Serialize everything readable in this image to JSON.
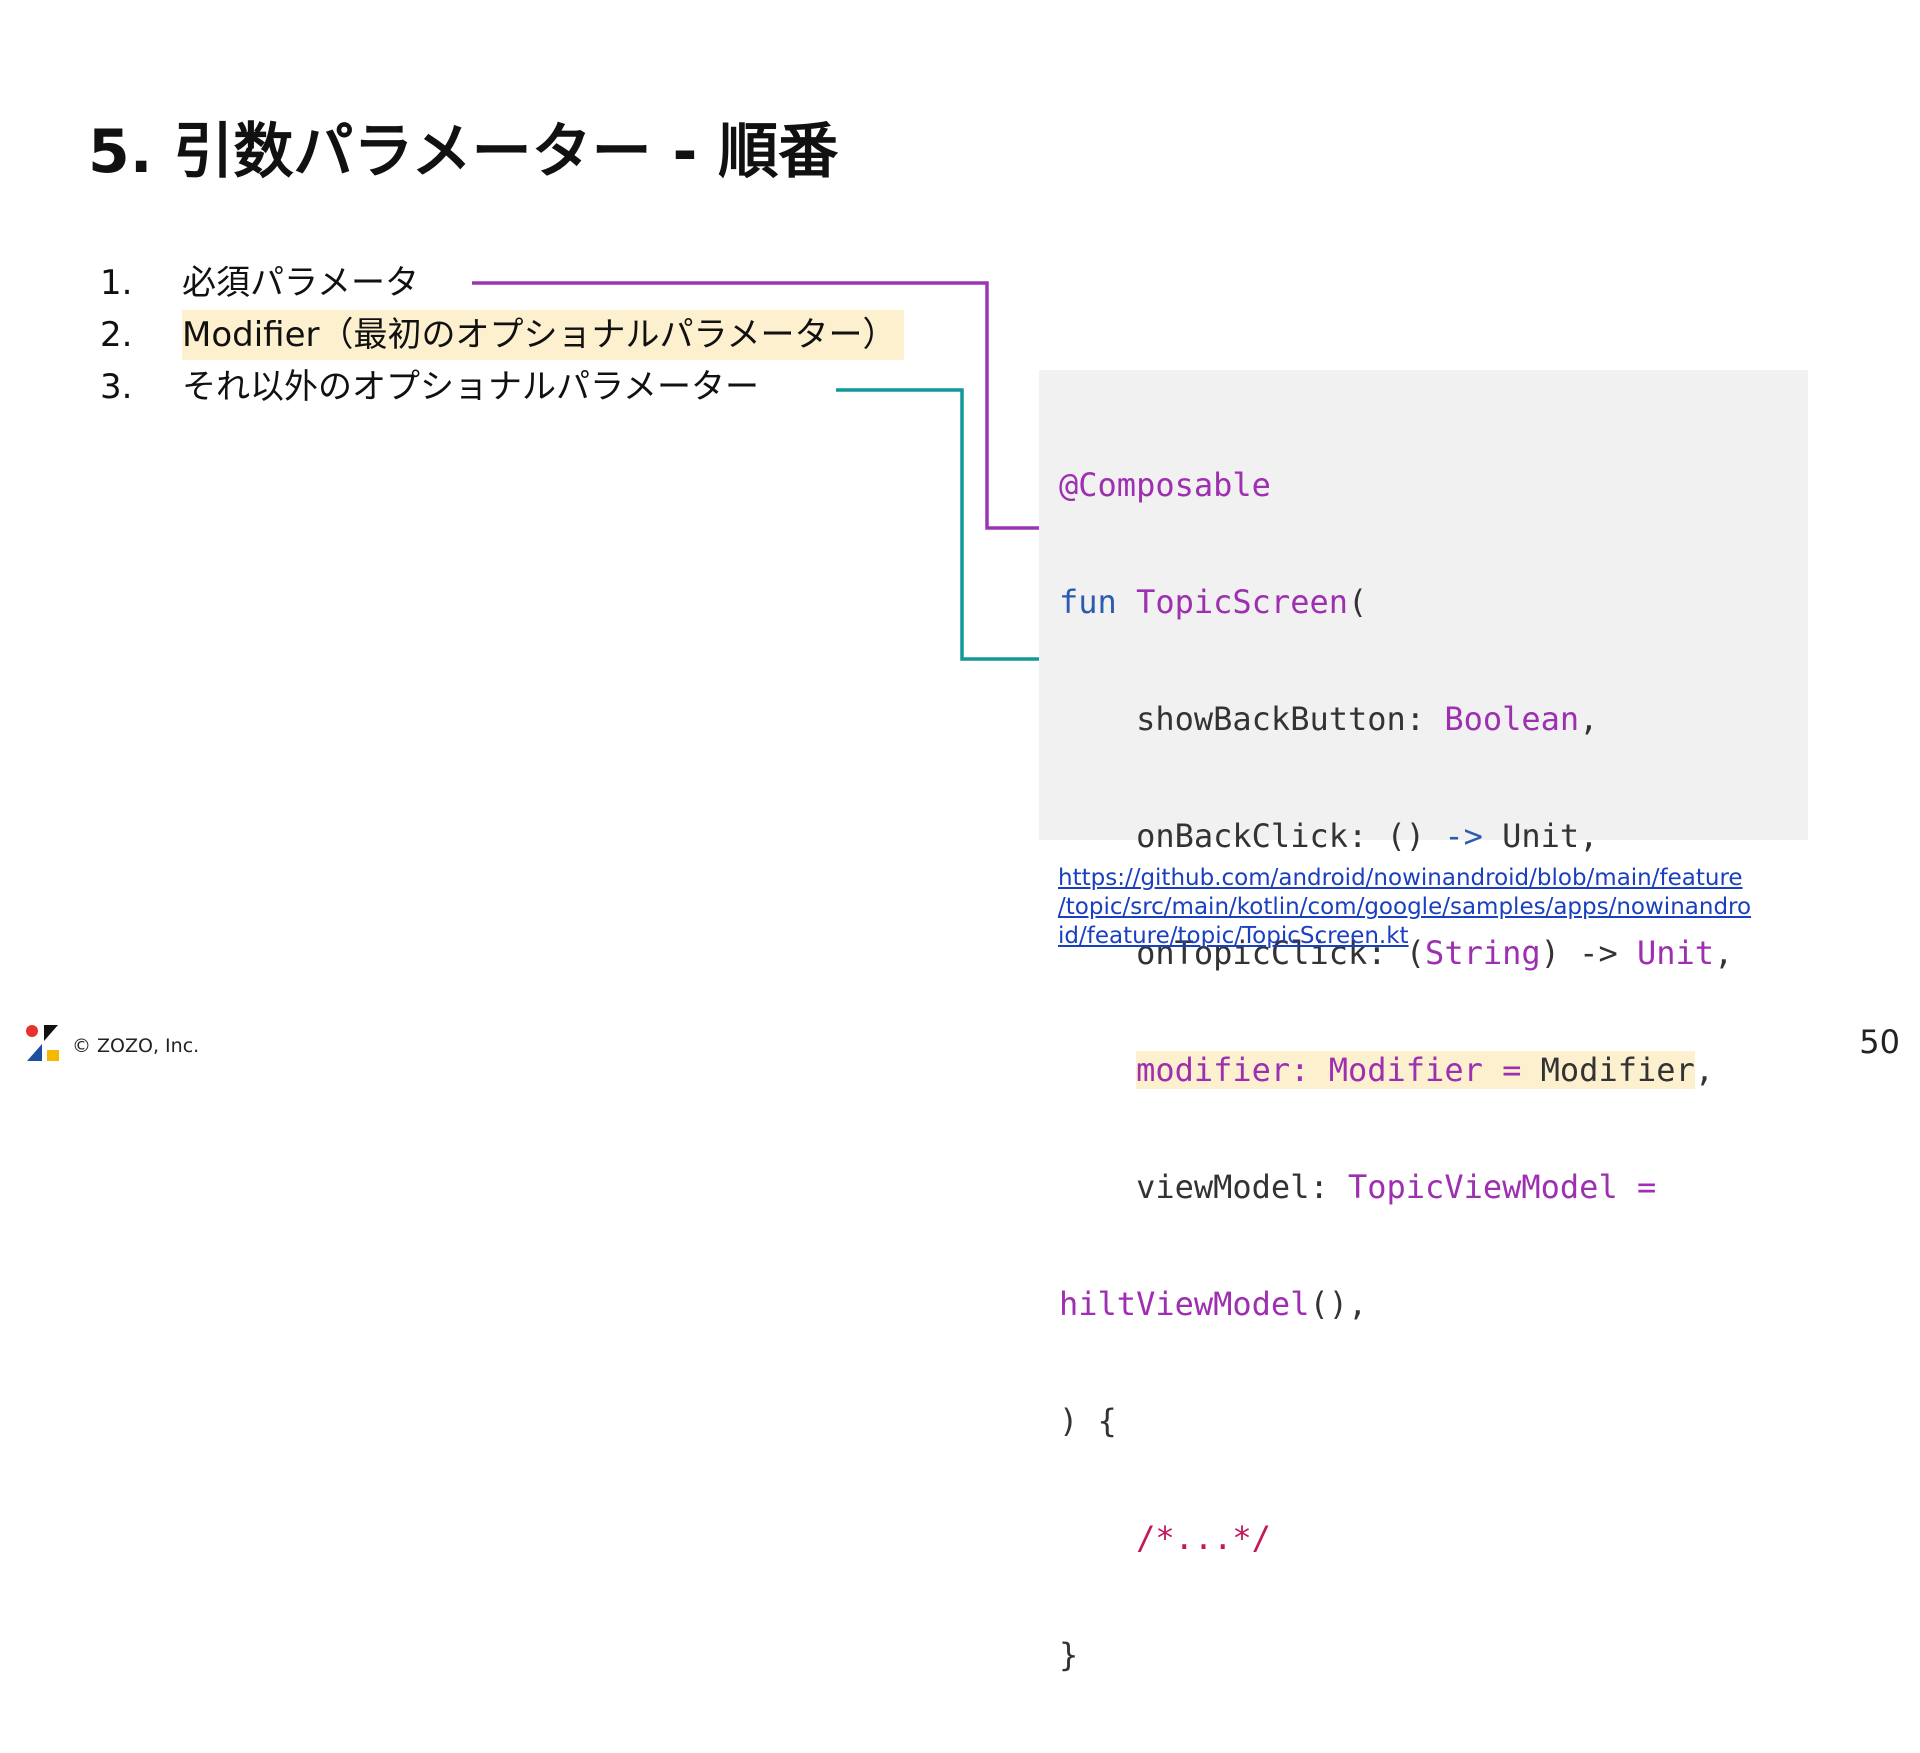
{
  "slide": {
    "title": "5. 引数パラメーター - 順番",
    "list": [
      {
        "num": "1.",
        "text": "必須パラメータ"
      },
      {
        "num": "2.",
        "text": "Modifier（最初のオプショナルパラメーター）"
      },
      {
        "num": "3.",
        "text": "それ以外のオプショナルパラメーター"
      }
    ],
    "code": {
      "l1": "@Composable",
      "l2_kw": "fun",
      "l2_name": "TopicScreen",
      "l2_paren": "(",
      "l3_name": "showBackButton:",
      "l3_type": "Boolean",
      "l3_end": ",",
      "l4_name": "onBackClick: ()",
      "l4_arrow": "->",
      "l4_end": "Unit,",
      "l5_name": "onTopicClick: (",
      "l5_type": "String",
      "l5_mid": ") ->",
      "l5_unit": "Unit",
      "l5_end": ",",
      "l6_name": "modifier:",
      "l6_type": "Modifier",
      "l6_eq": "=",
      "l6_val": "Modifier",
      "l6_end": ",",
      "l7_name": "viewModel:",
      "l7_type": "TopicViewModel",
      "l7_eq": "=",
      "l8_fn": "hiltViewModel",
      "l8_end": "(),",
      "l9": ") {",
      "l10": "/*...*/",
      "l11": "}"
    },
    "link": [
      "https://github.com/android/nowinandroid/blob/main/feature",
      "/topic/src/main/kotlin/com/google/samples/apps/nowinandro",
      "id/feature/topic/TopicScreen.kt"
    ],
    "footer": "© ZOZO, Inc.",
    "page_number": "50"
  },
  "colors": {
    "connector_required": "#9b36b3",
    "connector_optional": "#13979a",
    "highlight": "#fdf0cf",
    "code_background": "#f1f1f1",
    "link": "#1a3fbf",
    "keyword": "#2c5cb0",
    "type": "#9d2fb0",
    "comment": "#c2185b"
  },
  "icons": [
    "zozo-logo-icon"
  ]
}
